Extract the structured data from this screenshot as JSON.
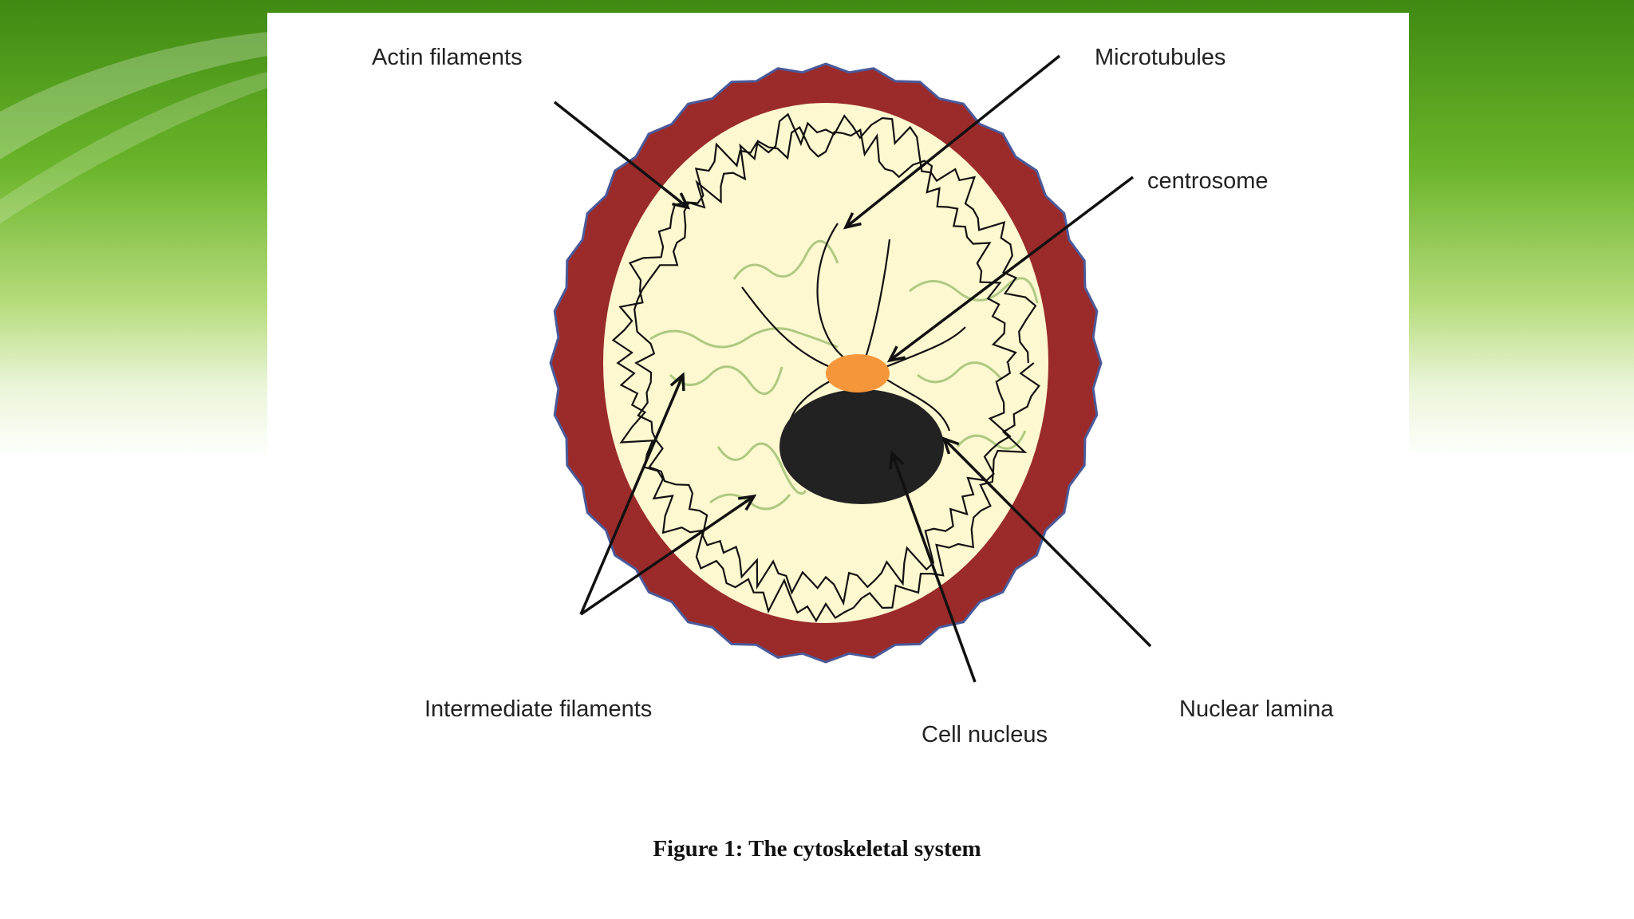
{
  "labels": {
    "actin": "Actin filaments",
    "microtubules": "Microtubules",
    "centrosome": "centrosome",
    "intermediate": "Intermediate filaments",
    "nucleus": "Cell nucleus",
    "lamina": "Nuclear lamina"
  },
  "caption": "Figure 1: The cytoskeletal system",
  "colors": {
    "background_green": "#6ab42a",
    "membrane": "#9b2b2b",
    "membrane_edge": "#4a5a9a",
    "cytoplasm": "#fdf8d0",
    "nucleus": "#222222",
    "centrosome": "#f5963a",
    "intermediate_filaments": "#a6c47a",
    "filaments_and_arrows": "#111111"
  }
}
